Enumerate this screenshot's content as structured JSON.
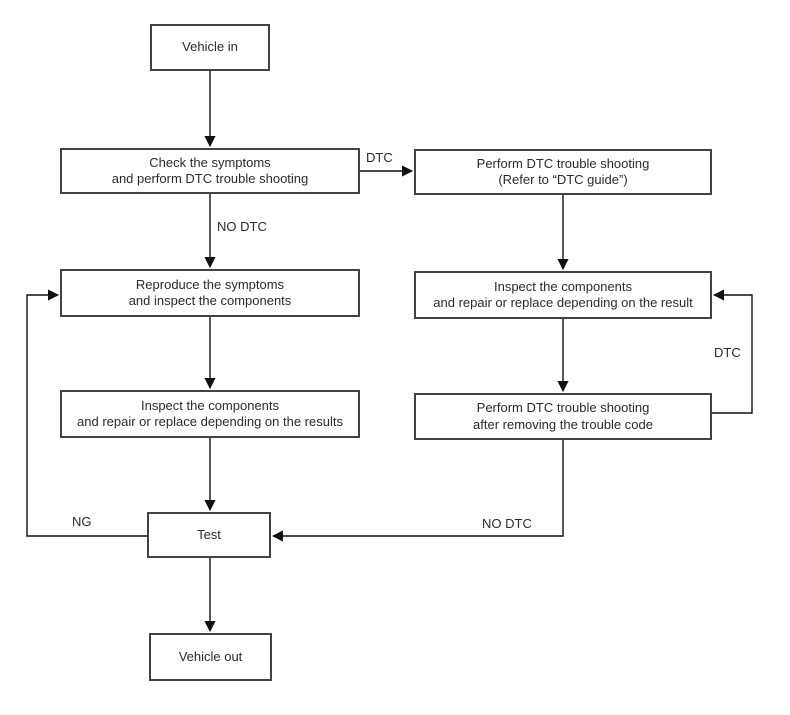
{
  "diagram": {
    "nodes": {
      "vehicle_in": "Vehicle in",
      "check_symptoms": "Check the symptoms\nand perform DTC trouble shooting",
      "perform_dtc": "Perform DTC trouble shooting\n(Refer to “DTC guide”)",
      "reproduce_symptoms": "Reproduce the symptoms\nand inspect the components",
      "inspect_repair_result": "Inspect the components\nand repair or replace depending on the result",
      "inspect_repair_results": "Inspect the components\nand repair or replace depending on the results",
      "perform_dtc_after": "Perform DTC trouble shooting\nafter removing the trouble code",
      "test": "Test",
      "vehicle_out": "Vehicle out"
    },
    "edge_labels": {
      "dtc_top": "DTC",
      "no_dtc_left": "NO DTC",
      "dtc_loop": "DTC",
      "no_dtc_bottom": "NO DTC",
      "ng": "NG"
    },
    "colors": {
      "background": "#ffffff",
      "box_border": "#424242",
      "line": "#111111",
      "text": "#2b2b2b"
    }
  }
}
